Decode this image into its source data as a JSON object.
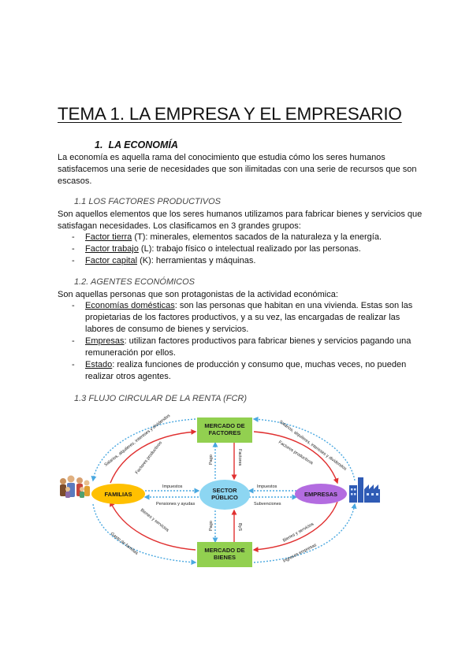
{
  "document": {
    "title": "TEMA 1. LA EMPRESA Y EL EMPRESARIO",
    "section1": {
      "number": "1.",
      "heading": "LA ECONOMÍA",
      "paragraph": "La economía es aquella rama del conocimiento que estudia cómo los seres humanos satisfacemos una serie de necesidades que son ilimitadas con una serie de recursos que son escasos."
    },
    "section1_1": {
      "heading": "1.1 LOS FACTORES PRODUCTIVOS",
      "intro": "Son aquellos elementos que los seres humanos utilizamos para fabricar bienes y servicios que satisfagan necesidades. Los clasificamos en 3 grandes grupos:",
      "items": [
        {
          "term": "Factor tierra",
          "rest": " (T): minerales, elementos sacados de la naturaleza y la energía."
        },
        {
          "term": "Factor trabajo",
          "rest": " (L): trabajo físico o intelectual realizado por las personas."
        },
        {
          "term": "Factor capital",
          "rest": " (K): herramientas y máquinas."
        }
      ]
    },
    "section1_2": {
      "heading": "1.2. AGENTES ECONÓMICOS",
      "intro": "Son aquellas personas que son protagonistas de la actividad económica:",
      "items": [
        {
          "term": "Economías domésticas",
          "rest": ": son las personas que habitan en una vivienda. Estas son las propietarias de los factores productivos, y a su vez, las encargadas de realizar las labores de consumo de bienes y servicios."
        },
        {
          "term": "Empresas",
          "rest": ": utilizan factores productivos para fabricar bienes y servicios pagando una remuneración por ellos."
        },
        {
          "term": "Estado",
          "rest": ": realiza funciones de producción y consumo que, muchas veces, no pueden realizar otros agentes."
        }
      ]
    },
    "section1_3": {
      "heading": "1.3 FLUJO CIRCULAR DE LA RENTA (FCR)"
    },
    "list_dash": "-"
  },
  "diagram": {
    "nodes": {
      "factores": "MERCADO DE\nFACTORES",
      "bienes": "MERCADO DE\nBIENES",
      "familias": "FAMILIAS",
      "empresas": "EMPRESAS",
      "sector": "SECTOR\nPÚBLICO"
    },
    "labels": {
      "salarios_left": "Salarios, alquileres, intereses y dividendos",
      "salarios_right": "Salarios, alquileres, intereses y dividendos",
      "factores_prod_left": "Factores productivos",
      "factores_prod_right": "Factores productivos",
      "impuestos_left": "Impuestos",
      "impuestos_right": "Impuestos",
      "pensiones": "Pensiones y ayudas",
      "subvenciones": "Subvenciones",
      "bienes_serv_left": "Bienes y servicios",
      "bienes_serv_right": "Bienes y servicios",
      "gasto": "Gasto de familias",
      "ingresos": "Ingresos empresas",
      "pago_top": "Pago",
      "pago_bottom": "Pago",
      "factores_short": "Factores",
      "byS": "ByS"
    },
    "colors": {
      "green": "#92d050",
      "yellow": "#ffc000",
      "purple": "#b36ce0",
      "blue": "#8dd6f2",
      "red": "#e03030",
      "dotted": "#4aa8e0",
      "factory": "#2f5bb5"
    }
  }
}
